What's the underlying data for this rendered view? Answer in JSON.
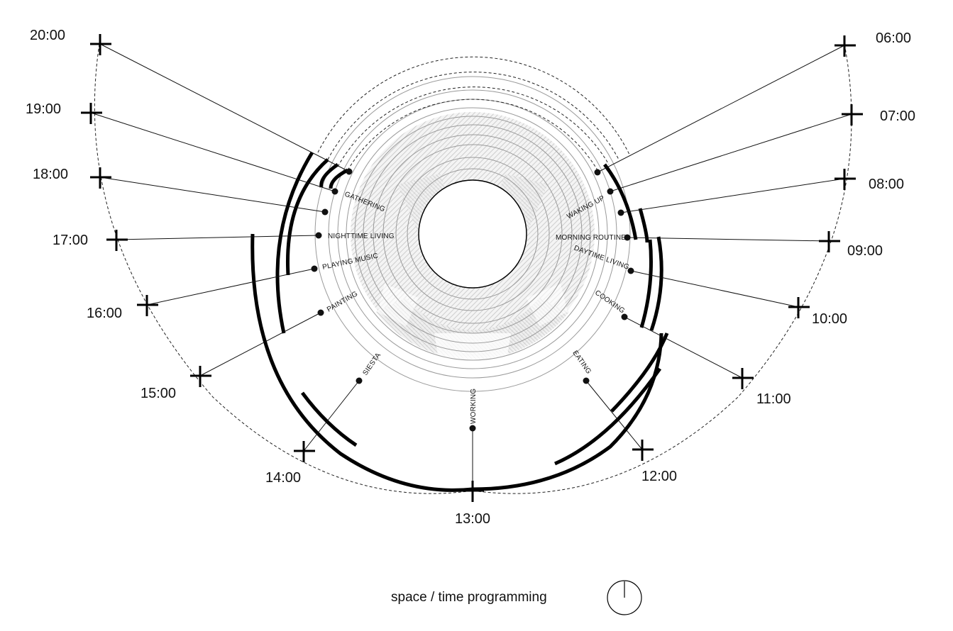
{
  "caption": "space / time programming",
  "clock_icon": "clock-icon",
  "hours": [
    "06:00",
    "07:00",
    "08:00",
    "09:00",
    "10:00",
    "11:00",
    "12:00",
    "13:00",
    "14:00",
    "15:00",
    "16:00",
    "17:00",
    "18:00",
    "19:00",
    "20:00"
  ],
  "activities": [
    "WAKING UP",
    "MORNING ROUTINE",
    "DAYTIME LIVING",
    "COOKING",
    "EATING",
    "WORKING",
    "SIESTA",
    "PAINTING",
    "PLAYING MUSIC",
    "NIGHTTIME LIVING",
    "GATHERING"
  ],
  "colors": {
    "ink": "#000000",
    "ring": "#9a9a9a",
    "hatch": "#c8c8c8"
  }
}
